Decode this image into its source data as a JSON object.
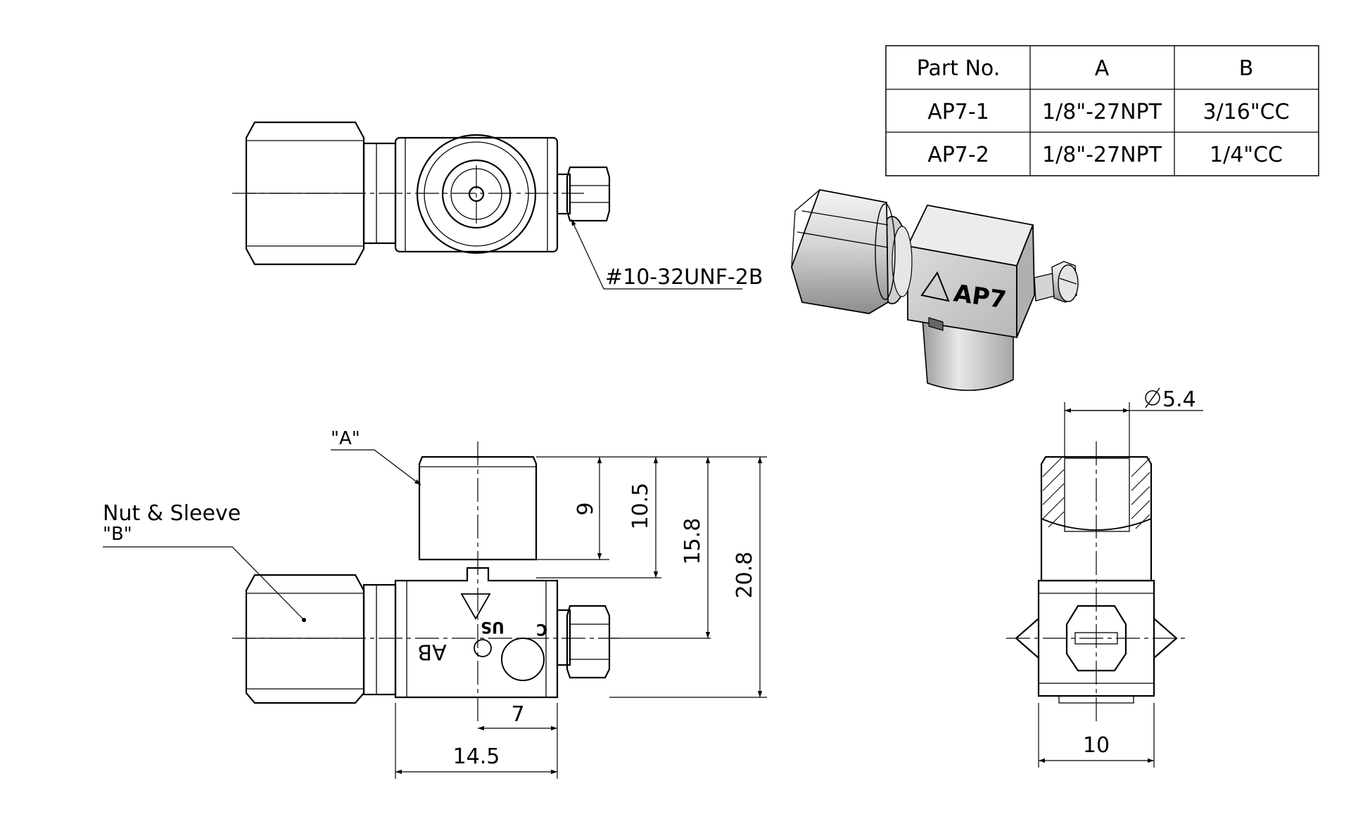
{
  "table": {
    "headers": [
      "Part  No.",
      "A",
      "B"
    ],
    "rows": [
      [
        "AP7-1",
        "1/8\"-27NPT",
        "3/16\"CC"
      ],
      [
        "AP7-2",
        "1/8\"-27NPT",
        "1/4\"CC"
      ]
    ]
  },
  "callouts": {
    "thread": "#10-32UNF-2B",
    "port_a": "\"A\"",
    "nut_sleeve_line1": "Nut & Sleeve",
    "nut_sleeve_line2": "\"B\""
  },
  "dimensions": {
    "d9": "9",
    "d10_5": "10.5",
    "d15_8": "15.8",
    "d20_8": "20.8",
    "d7": "7",
    "d14_5": "14.5",
    "d10": "10",
    "dia": "5.4"
  },
  "markings": {
    "iso_label": "AP7",
    "side_ab": "AB",
    "side_c": "C",
    "side_us": "US"
  }
}
